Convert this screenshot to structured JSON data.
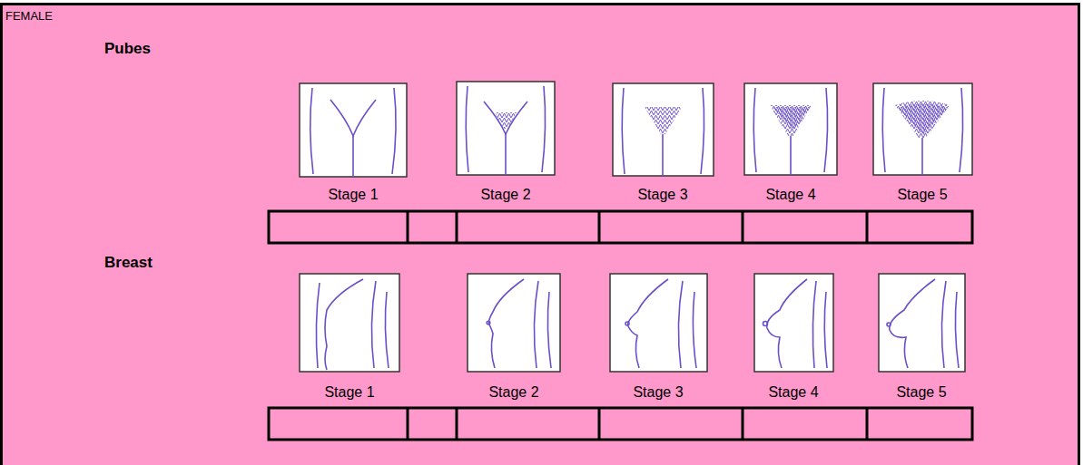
{
  "diagram": {
    "nodes": [
      {
        "text": [
          "FEMALE"
        ]
      }
    ],
    "labels": [
      "Pubes",
      "Stage 1",
      "Stage 2",
      "Stage 3",
      "Stage 4",
      "Stage 5",
      "Breast",
      "Stage 1",
      "Stage 2",
      "Stage 3",
      "Stage 4",
      "Stage 5"
    ]
  }
}
